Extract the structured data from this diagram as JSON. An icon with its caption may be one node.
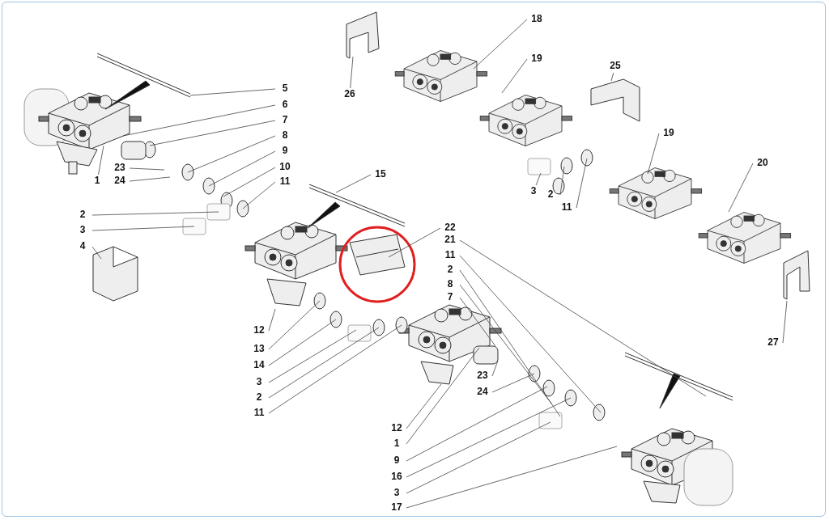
{
  "diagram": {
    "nodes": [
      {
        "text": [
          "18"
        ]
      },
      {
        "text": [
          "19"
        ]
      },
      {
        "text": [
          "25"
        ]
      },
      {
        "text": [
          "5"
        ]
      },
      {
        "text": [
          "26"
        ]
      },
      {
        "text": [
          "6"
        ]
      },
      {
        "text": [
          "7"
        ]
      },
      {
        "text": [
          "8"
        ]
      },
      {
        "text": [
          "19"
        ]
      },
      {
        "text": [
          "9"
        ]
      },
      {
        "text": [
          "20"
        ]
      },
      {
        "text": [
          "10"
        ]
      },
      {
        "text": [
          "23"
        ]
      },
      {
        "text": [
          "15"
        ]
      },
      {
        "text": [
          "1"
        ]
      },
      {
        "text": [
          "24"
        ]
      },
      {
        "text": [
          "11"
        ]
      },
      {
        "text": [
          "3"
        ]
      },
      {
        "text": [
          "2"
        ]
      },
      {
        "text": [
          "11"
        ]
      },
      {
        "text": [
          "2"
        ]
      },
      {
        "text": [
          "3"
        ]
      },
      {
        "text": [
          "22"
        ]
      },
      {
        "text": [
          "21"
        ]
      },
      {
        "text": [
          "4"
        ]
      },
      {
        "text": [
          "11"
        ]
      },
      {
        "text": [
          "2"
        ]
      },
      {
        "text": [
          "8"
        ]
      },
      {
        "text": [
          "7"
        ]
      },
      {
        "text": [
          "12"
        ]
      },
      {
        "text": [
          "27"
        ]
      },
      {
        "text": [
          "13"
        ]
      },
      {
        "text": [
          "14"
        ]
      },
      {
        "text": [
          "23"
        ]
      },
      {
        "text": [
          "3"
        ]
      },
      {
        "text": [
          "24"
        ]
      },
      {
        "text": [
          "2"
        ]
      },
      {
        "text": [
          "11"
        ]
      },
      {
        "text": [
          "12"
        ]
      },
      {
        "text": [
          "1"
        ]
      },
      {
        "text": [
          "9"
        ]
      },
      {
        "text": [
          "16"
        ]
      },
      {
        "text": [
          "3"
        ]
      },
      {
        "text": [
          "17"
        ]
      }
    ],
    "edges": [
      {
        "from": 0,
        "to": null,
        "arrow": "none"
      },
      {
        "from": 1,
        "to": null,
        "arrow": "none"
      },
      {
        "from": 2,
        "to": null,
        "arrow": "none"
      },
      {
        "from": 3,
        "to": null,
        "arrow": "none"
      },
      {
        "from": 4,
        "to": null,
        "arrow": "none"
      },
      {
        "from": 5,
        "to": null,
        "arrow": "none"
      },
      {
        "from": 6,
        "to": null,
        "arrow": "none"
      },
      {
        "from": 7,
        "to": null,
        "arrow": "none"
      },
      {
        "from": 8,
        "to": null,
        "arrow": "none"
      },
      {
        "from": 9,
        "to": null,
        "arrow": "none"
      },
      {
        "from": 10,
        "to": null,
        "arrow": "none"
      },
      {
        "from": 11,
        "to": null,
        "arrow": "none"
      },
      {
        "from": 12,
        "to": null,
        "arrow": "none"
      },
      {
        "from": 13,
        "to": null,
        "arrow": "none"
      },
      {
        "from": 14,
        "to": null,
        "arrow": "none"
      },
      {
        "from": 15,
        "to": null,
        "arrow": "none"
      },
      {
        "from": 16,
        "to": null,
        "arrow": "none"
      },
      {
        "from": 17,
        "to": null,
        "arrow": "none"
      },
      {
        "from": 18,
        "to": null,
        "arrow": "none"
      },
      {
        "from": 19,
        "to": null,
        "arrow": "none"
      },
      {
        "from": 20,
        "to": null,
        "arrow": "none"
      },
      {
        "from": 21,
        "to": null,
        "arrow": "none"
      },
      {
        "from": 22,
        "to": null,
        "arrow": "none"
      },
      {
        "from": 23,
        "to": null,
        "arrow": "none"
      },
      {
        "from": 24,
        "to": null,
        "arrow": "none"
      },
      {
        "from": 25,
        "to": null,
        "arrow": "none"
      },
      {
        "from": 26,
        "to": null,
        "arrow": "none"
      },
      {
        "from": 27,
        "to": null,
        "arrow": "none"
      },
      {
        "from": 28,
        "to": null,
        "arrow": "none"
      },
      {
        "from": 29,
        "to": null,
        "arrow": "none"
      },
      {
        "from": 30,
        "to": null,
        "arrow": "none"
      },
      {
        "from": 31,
        "to": null,
        "arrow": "none"
      },
      {
        "from": 32,
        "to": null,
        "arrow": "none"
      },
      {
        "from": 33,
        "to": null,
        "arrow": "none"
      },
      {
        "from": 34,
        "to": null,
        "arrow": "none"
      },
      {
        "from": 35,
        "to": null,
        "arrow": "none"
      },
      {
        "from": 36,
        "to": null,
        "arrow": "none"
      },
      {
        "from": 37,
        "to": null,
        "arrow": "none"
      },
      {
        "from": 38,
        "to": null,
        "arrow": "none"
      },
      {
        "from": 39,
        "to": null,
        "arrow": "none"
      },
      {
        "from": 40,
        "to": null,
        "arrow": "none"
      },
      {
        "from": 41,
        "to": null,
        "arrow": "none"
      },
      {
        "from": 42,
        "to": null,
        "arrow": "none"
      },
      {
        "from": 43,
        "to": null,
        "arrow": "none"
      }
    ]
  }
}
